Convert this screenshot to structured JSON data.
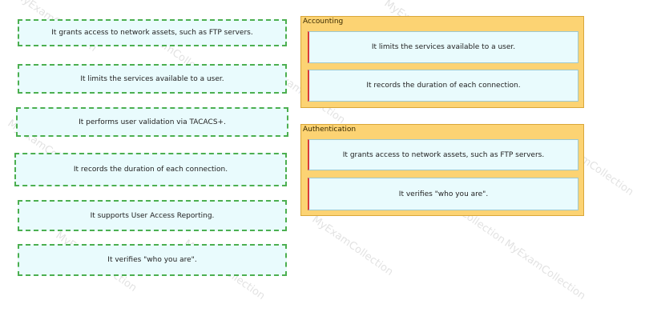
{
  "watermark": {
    "text": "MyExamCollection"
  },
  "source_items": [
    {
      "label": "It grants access to network assets, such as FTP servers."
    },
    {
      "label": "It limits the services available to a user."
    },
    {
      "label": "It performs user validation via TACACS+."
    },
    {
      "label": "It records the duration of each connection."
    },
    {
      "label": "It supports User Access Reporting."
    },
    {
      "label": "It verifies \"who you are\"."
    }
  ],
  "targets": [
    {
      "title": "Accounting",
      "slots": [
        {
          "label": "It limits the services available to a user."
        },
        {
          "label": "It records the duration of each connection."
        }
      ]
    },
    {
      "title": "Authentication",
      "slots": [
        {
          "label": "It grants access to network assets, such as FTP servers."
        },
        {
          "label": "It verifies \"who you are\"."
        }
      ]
    }
  ],
  "colors": {
    "item_background": "#e9fbfd",
    "item_border": "#4caf50",
    "panel_background": "#fcd373",
    "slot_marker": "#d93a3a"
  }
}
